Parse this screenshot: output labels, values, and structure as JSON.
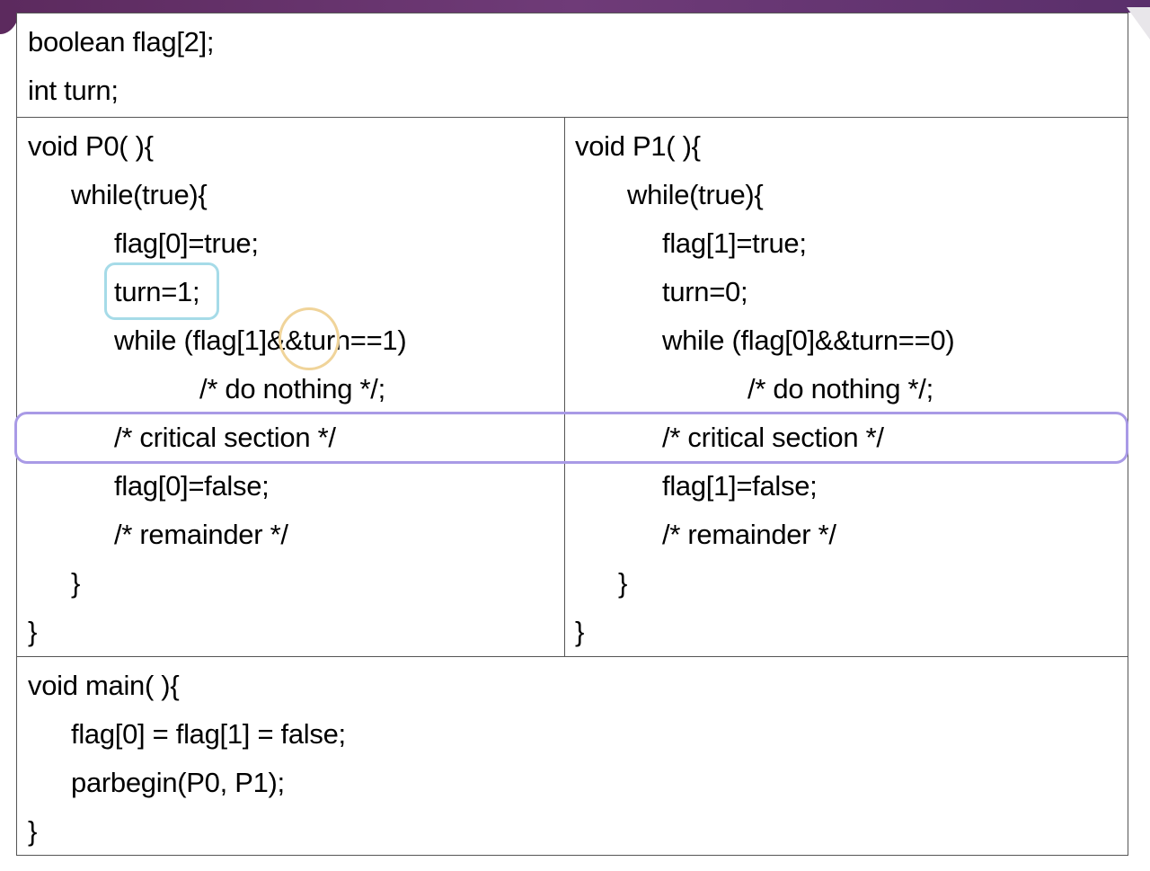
{
  "colors": {
    "top_bar": "#6f3b78",
    "cyan_highlight": "#a6dbe8",
    "orange_highlight": "#f0d49a",
    "purple_highlight": "#a99ae6"
  },
  "globals": {
    "line1": "boolean flag[2];",
    "line2": "int turn;"
  },
  "p0": {
    "l1": "void P0( ){",
    "l2": "while(true){",
    "l3": "flag[0]=true;",
    "l4": "turn=1;",
    "l5": "while (flag[1]&&turn==1)",
    "l6": "/* do nothing */;",
    "l7": "/* critical section */",
    "l8": "flag[0]=false;",
    "l9": "/* remainder */",
    "l10": "}",
    "l11": "}"
  },
  "p1": {
    "l1": "void P1( ){",
    "l2": "while(true){",
    "l3": "flag[1]=true;",
    "l4": "turn=0;",
    "l5": "while (flag[0]&&turn==0)",
    "l6": "/* do nothing */;",
    "l7": "/* critical section */",
    "l8": "flag[1]=false;",
    "l9": "/* remainder */",
    "l10": "}",
    "l11": "}"
  },
  "main_fn": {
    "l1": "void main( ){",
    "l2": "flag[0] = flag[1] = false;",
    "l3": "parbegin(P0, P1);",
    "l4": "}"
  }
}
